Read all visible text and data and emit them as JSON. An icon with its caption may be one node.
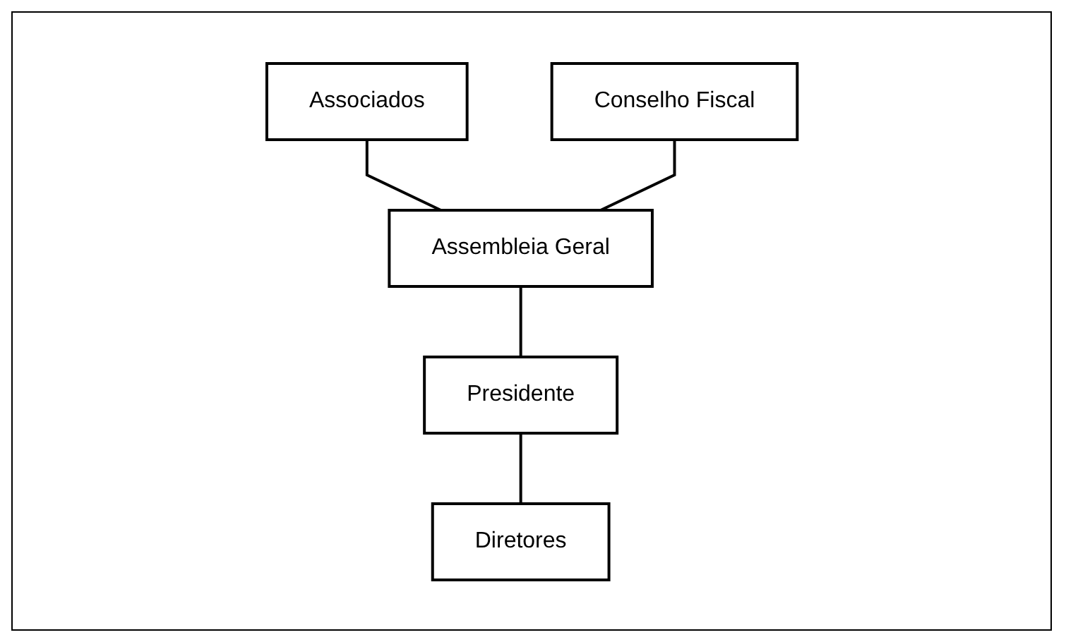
{
  "diagram": {
    "nodes": [
      {
        "text": [
          "Associados"
        ]
      },
      {
        "text": [
          "Assembleia Geral"
        ]
      },
      {
        "text": [
          "Conselho Fiscal"
        ]
      },
      {
        "text": [
          "Presidente"
        ]
      },
      {
        "text": [
          "Diretores"
        ]
      }
    ],
    "edges": [
      {
        "from": 0,
        "to": 1,
        "arrow": "none"
      },
      {
        "from": 2,
        "to": 1,
        "arrow": "none"
      },
      {
        "from": 1,
        "to": 3,
        "arrow": "none"
      },
      {
        "from": 3,
        "to": 4,
        "arrow": "none"
      }
    ]
  }
}
